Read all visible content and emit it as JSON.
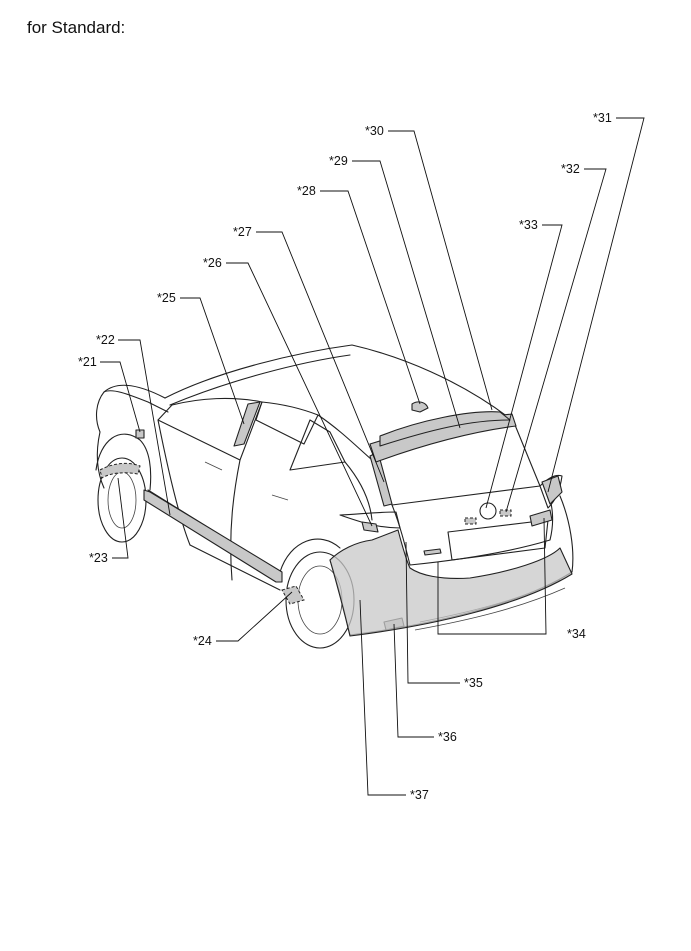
{
  "title": "for Standard:",
  "callouts": {
    "c21": "*21",
    "c22": "*22",
    "c23": "*23",
    "c24": "*24",
    "c25": "*25",
    "c26": "*26",
    "c27": "*27",
    "c28": "*28",
    "c29": "*29",
    "c30": "*30",
    "c31": "*31",
    "c32": "*32",
    "c33": "*33",
    "c34": "*34",
    "c35": "*35",
    "c36": "*36",
    "c37": "*37"
  }
}
